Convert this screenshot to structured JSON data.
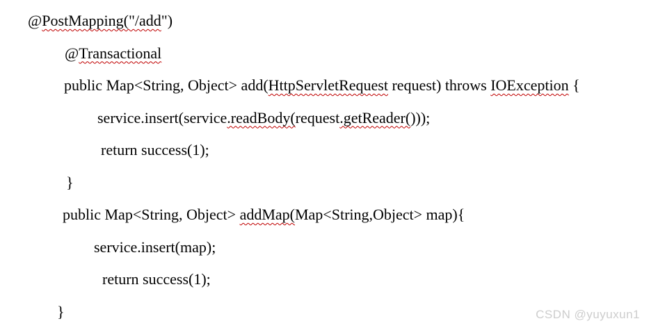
{
  "theme": {
    "background": "#ffffff",
    "text_color": "#000000",
    "squiggle_color": "#c00000",
    "watermark_color": "#cdcdcd"
  },
  "code": {
    "language": "java",
    "lines": [
      {
        "segments": [
          {
            "text": "@",
            "squiggle": false
          },
          {
            "text": "PostMapping(\"/add",
            "squiggle": true
          },
          {
            "text": "\")",
            "squiggle": false
          }
        ]
      },
      {
        "segments": [
          {
            "text": "@",
            "squiggle": false
          },
          {
            "text": "Transactional",
            "squiggle": true
          }
        ]
      },
      {
        "segments": [
          {
            "text": "public Map<String, Object> add(",
            "squiggle": false
          },
          {
            "text": "HttpServletRequest",
            "squiggle": true
          },
          {
            "text": " request) throws ",
            "squiggle": false
          },
          {
            "text": "IOException",
            "squiggle": true
          },
          {
            "text": " {",
            "squiggle": false
          }
        ]
      },
      {
        "segments": [
          {
            "text": "service.insert(service",
            "squiggle": false
          },
          {
            "text": ".readBody(",
            "squiggle": true
          },
          {
            "text": "request",
            "squiggle": false
          },
          {
            "text": ".getReader(",
            "squiggle": true
          },
          {
            "text": ")));",
            "squiggle": false
          }
        ]
      },
      {
        "segments": [
          {
            "text": "return success(1);",
            "squiggle": false
          }
        ]
      },
      {
        "segments": [
          {
            "text": "}",
            "squiggle": false
          }
        ]
      },
      {
        "segments": [
          {
            "text": "public Map<String, Object> ",
            "squiggle": false
          },
          {
            "text": "addMap(",
            "squiggle": true
          },
          {
            "text": "Map<String,Object> map){",
            "squiggle": false
          }
        ]
      },
      {
        "segments": [
          {
            "text": "service.insert(map);",
            "squiggle": false
          }
        ]
      },
      {
        "segments": [
          {
            "text": "return success(1);",
            "squiggle": false
          }
        ]
      },
      {
        "segments": [
          {
            "text": "}",
            "squiggle": false
          }
        ]
      }
    ]
  },
  "watermark": {
    "text": "CSDN @yuyuxun1"
  }
}
